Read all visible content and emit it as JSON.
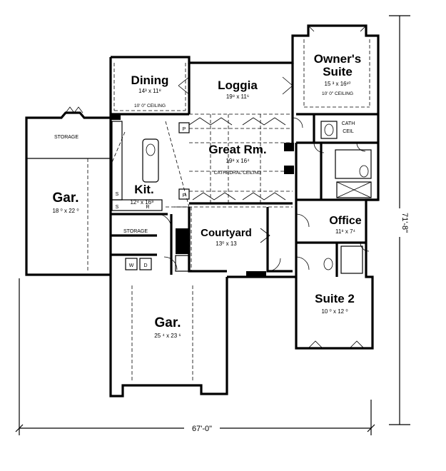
{
  "rooms": {
    "dining": {
      "name": "Dining",
      "size": "14³ x 11⁸",
      "ceiling": "10' 0\" CEILING"
    },
    "loggia": {
      "name": "Loggia",
      "size": "19⁸ x 11⁶"
    },
    "owners_suite": {
      "name_line1": "Owner's",
      "name_line2": "Suite",
      "size": "15 ³ x 16¹⁰",
      "ceiling": "10' 0\" CEILING"
    },
    "great_room": {
      "name": "Great Rm.",
      "size": "19⁸ x 16⁴",
      "ceiling": "CATHEDRAL CEILING"
    },
    "kitchen": {
      "name": "Kit.",
      "size": "12⁴ x 16⁹"
    },
    "courtyard": {
      "name": "Courtyard",
      "size": "13⁰ x 13"
    },
    "office": {
      "name": "Office",
      "size": "11⁸ x 7⁴"
    },
    "suite2": {
      "name": "Suite 2",
      "size": "10 ⁰ x 12 ⁰"
    },
    "garage_left": {
      "name": "Gar.",
      "size": "18 ⁰ x 22 ⁰"
    },
    "garage_main": {
      "name": "Gar.",
      "size": "25 ⁴ x 23 ⁶"
    }
  },
  "labels": {
    "storage_top": "STORAGE",
    "storage_mid": "STORAGE",
    "cath_ceil_line1": "CATH",
    "cath_ceil_line2": "CEIL",
    "cathedral": "CATHEDRAL CEILING",
    "pantry_p": "P",
    "shelf_s": "S",
    "washer_w": "W",
    "dryer_d": "D",
    "fridge_r": "R"
  },
  "dimensions": {
    "overall_width": "67'-0\"",
    "overall_depth": "71'-8\""
  }
}
